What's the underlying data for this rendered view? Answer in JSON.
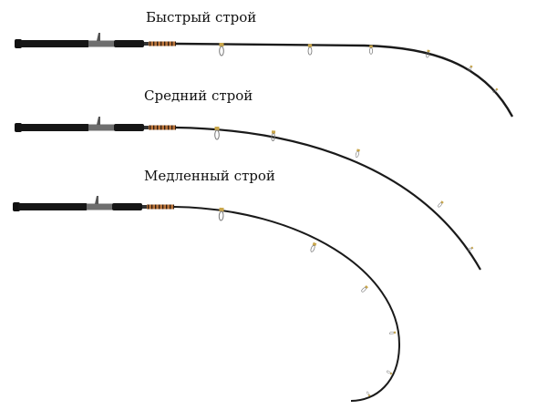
{
  "labels": {
    "fast": "Быстрый строй",
    "medium": "Средний строй",
    "slow": "Медленный строй"
  },
  "colors": {
    "blank": "#1a1a1a",
    "grip": "#161616",
    "reel_seat": "#6e6e6e",
    "winding": "#b8733a",
    "guide_wrap": "#c9a64a"
  }
}
